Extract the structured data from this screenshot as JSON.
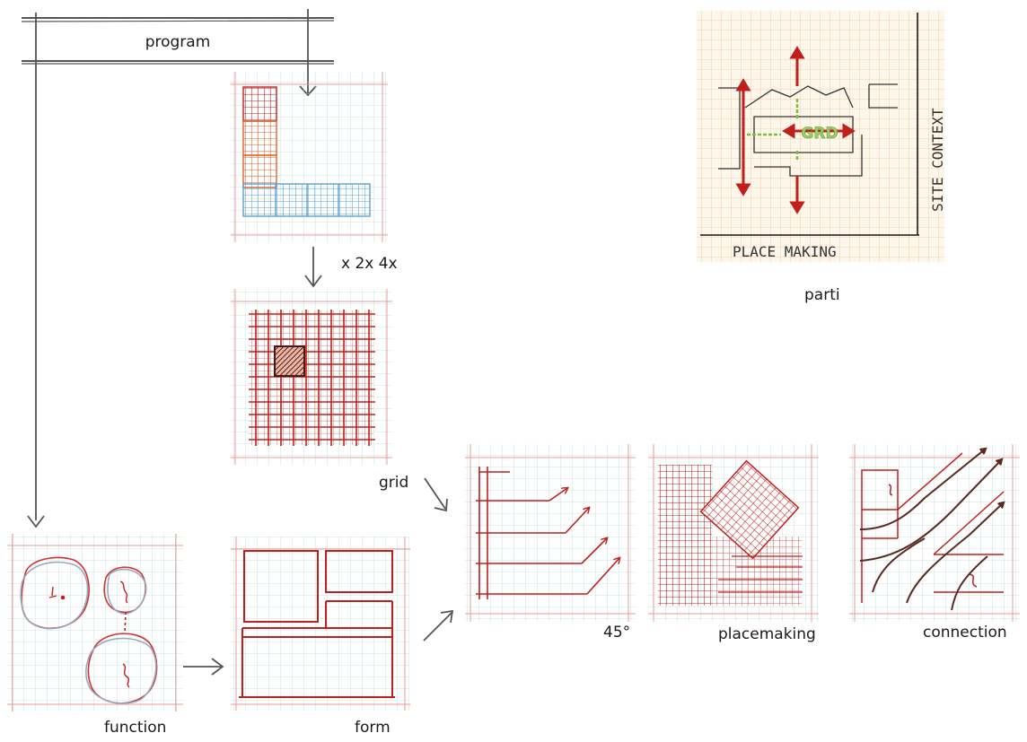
{
  "header": {
    "label": "program"
  },
  "multiplier": "x 2x 4x",
  "labels": {
    "grid": "grid",
    "function": "function",
    "form": "form",
    "angle": "45°",
    "placemaking": "placemaking",
    "connection": "connection",
    "parti": "parti"
  },
  "parti": {
    "site_context": "SITE CONTEXT",
    "place_making": "PLACE MAKING",
    "center": "GRD"
  },
  "colors": {
    "red_ink": "#c0201c",
    "orange_ink": "#e0622a",
    "blue_ink": "#5aa0d6",
    "green_ink": "#7cbf3a",
    "grid_line": "#b9dcdc",
    "frame_line": "#ef9a9a",
    "connector": "#555555"
  }
}
